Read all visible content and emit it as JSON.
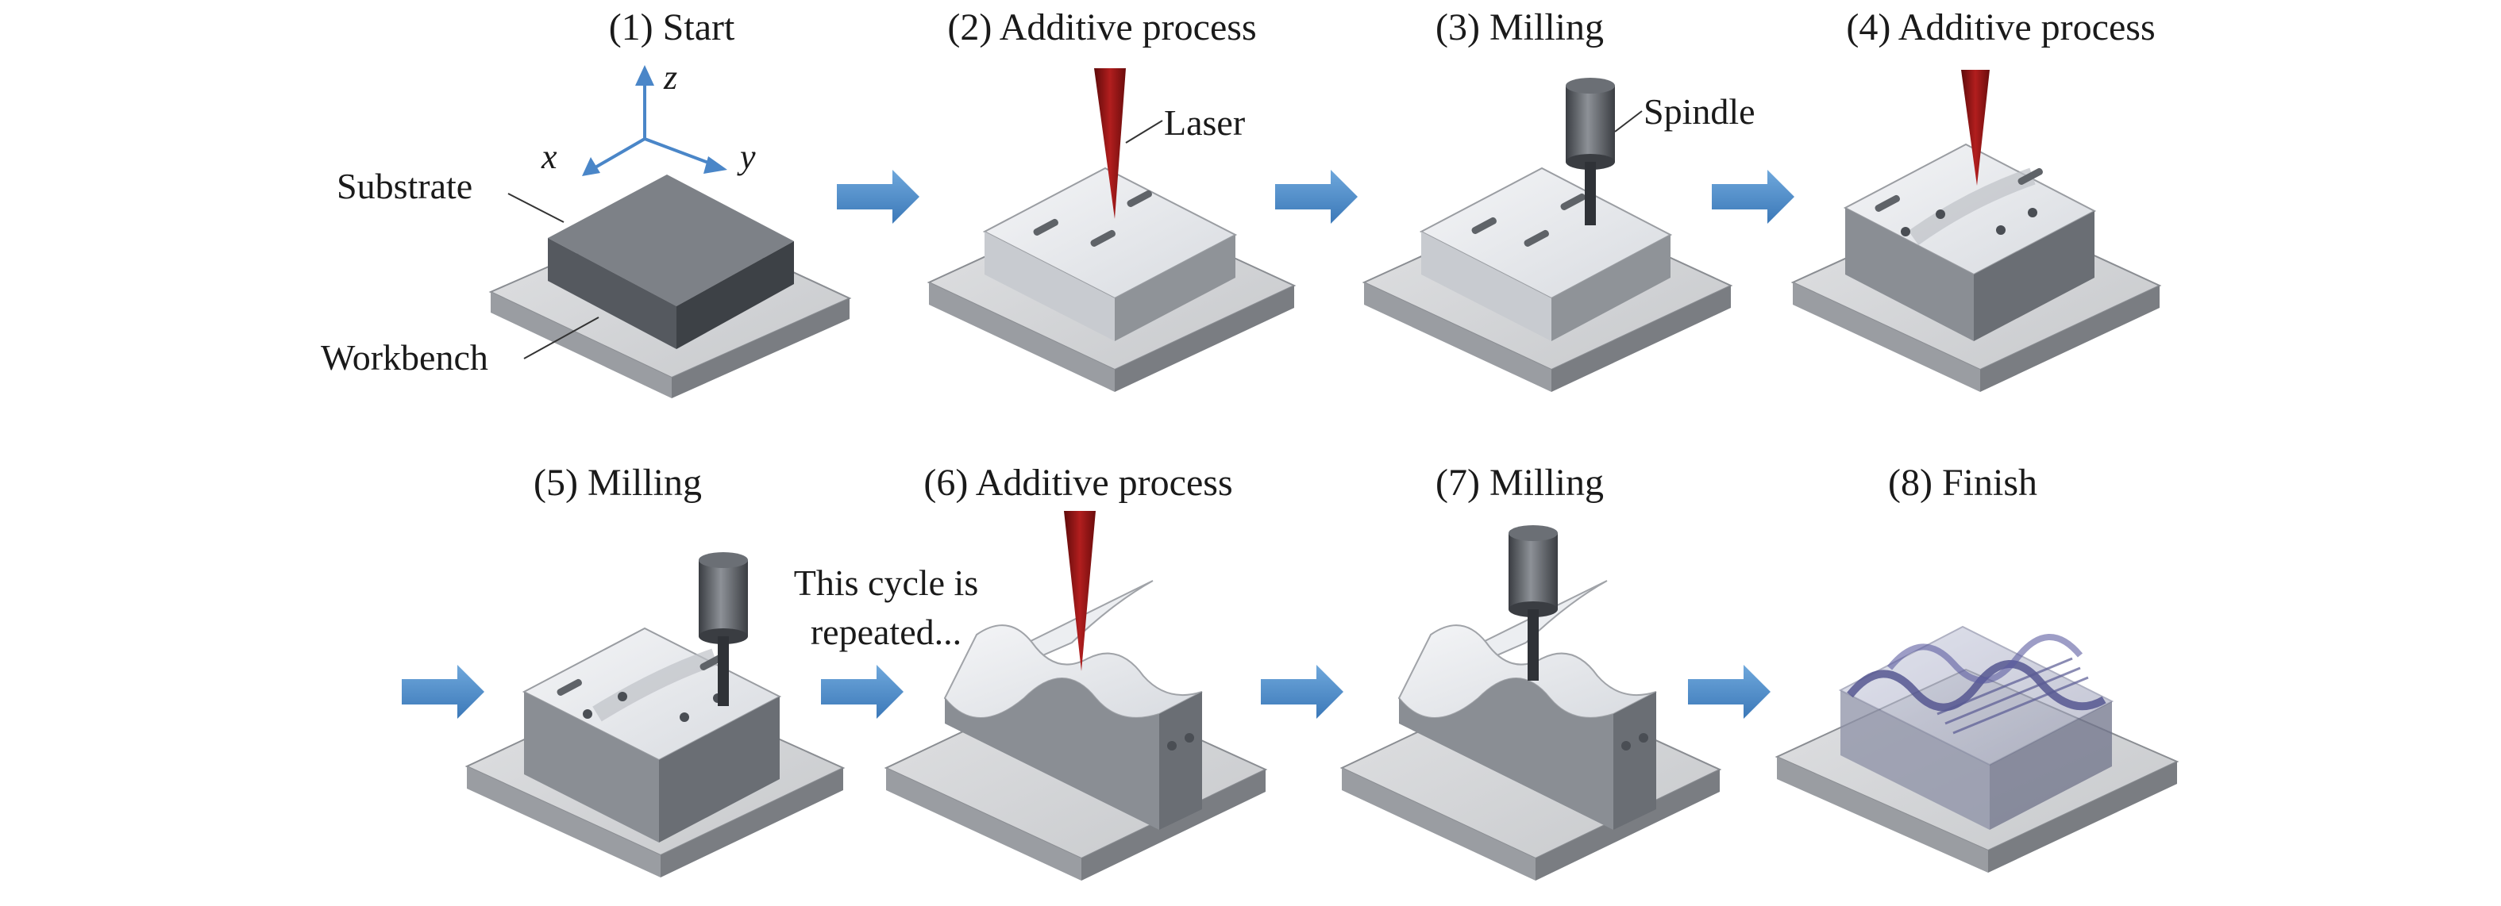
{
  "steps": [
    {
      "title": "(1) Start"
    },
    {
      "title": "(2) Additive process"
    },
    {
      "title": "(3) Milling"
    },
    {
      "title": "(4) Additive process"
    },
    {
      "title": "(5) Milling"
    },
    {
      "title": "(6) Additive process"
    },
    {
      "title": "(7) Milling"
    },
    {
      "title": "(8) Finish"
    }
  ],
  "axes": {
    "x": "x",
    "y": "y",
    "z": "z"
  },
  "labels": {
    "substrate": "Substrate",
    "workbench": "Workbench",
    "laser": "Laser",
    "spindle": "Spindle",
    "cycle_note_line1": "This cycle is",
    "cycle_note_line2": "repeated..."
  },
  "colors": {
    "arrow": "#4a86c8",
    "laser": "#b21e1e",
    "substrate": "#55595f",
    "finished_part": "#8f93ad"
  }
}
